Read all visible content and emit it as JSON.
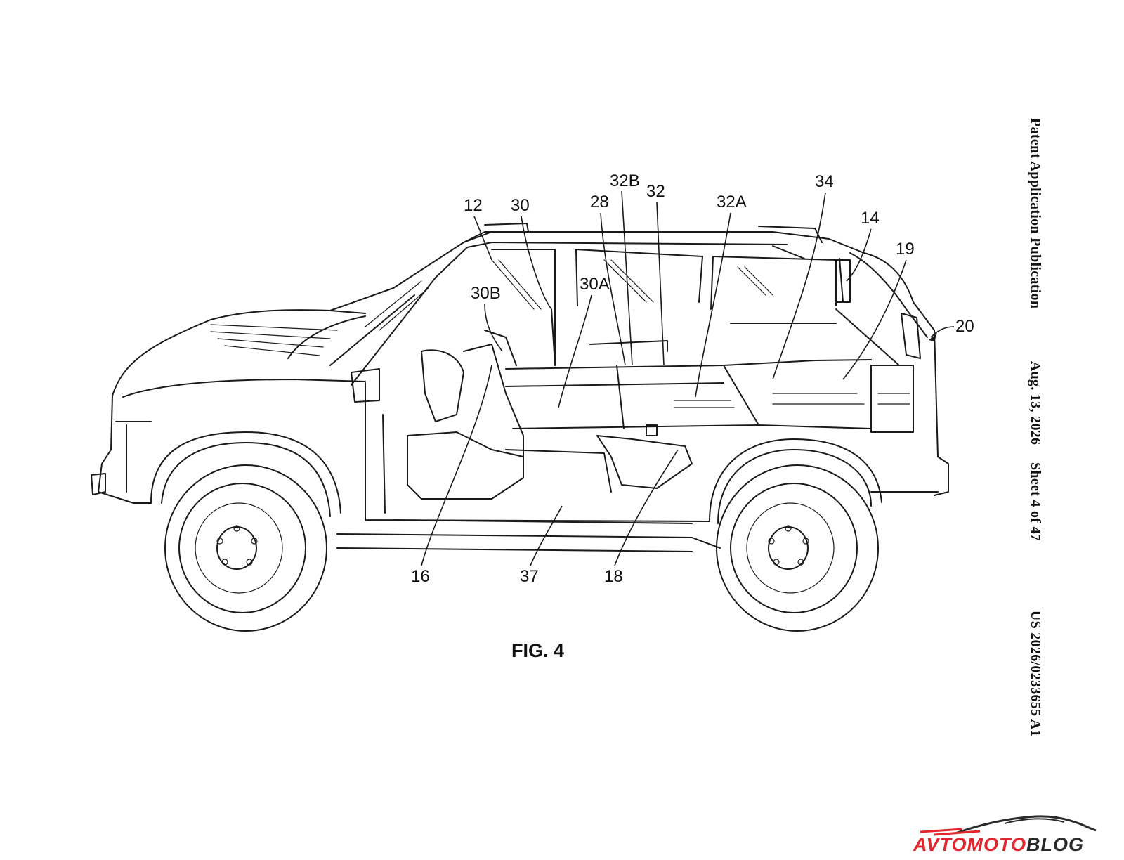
{
  "header": {
    "publication_type": "Patent Application Publication",
    "date": "Aug. 13, 2026",
    "sheet": "Sheet 4 of 47",
    "publication_number": "US 2026/0233655 A1"
  },
  "figure": {
    "caption": "FIG. 4",
    "reference_numerals": [
      "12",
      "30",
      "28",
      "32B",
      "32",
      "32A",
      "34",
      "14",
      "19",
      "20",
      "30B",
      "30A",
      "16",
      "37",
      "18"
    ]
  },
  "watermark": {
    "part1": "AVTO",
    "part2": "MOTO",
    "part3": "BLOG",
    "colors": {
      "avto": "#e3262d",
      "moto": "#e3262d",
      "blog": "#2a2a2a"
    }
  }
}
